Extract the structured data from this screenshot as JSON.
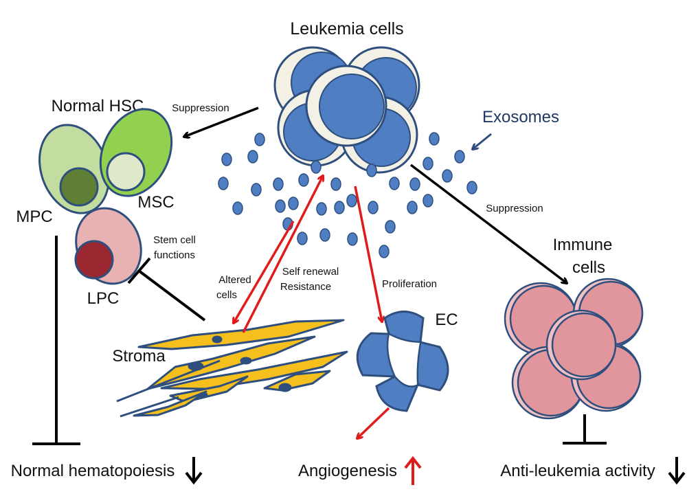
{
  "labels": {
    "leukemia": "Leukemia cells",
    "normal_hsc": "Normal HSC",
    "mpc": "MPC",
    "msc": "MSC",
    "lpc": "LPC",
    "exosomes": "Exosomes",
    "suppression_left": "Suppression",
    "suppression_right": "Suppression",
    "stem_cell_line1": "Stem cell",
    "stem_cell_line2": "functions",
    "altered_line1": "Altered",
    "altered_line2": "cells",
    "self_renewal": "Self renewal",
    "resistance": "Resistance",
    "proliferation": "Proliferation",
    "ec": "EC",
    "stroma": "Stroma",
    "immune_line1": "Immune",
    "immune_line2": "cells",
    "normal_hematopoiesis": "Normal hematopoiesis",
    "angiogenesis": "Angiogenesis",
    "anti_leukemia": "Anti-leukemia activity"
  },
  "colors": {
    "cell_outer": "#f3f0e6",
    "cell_inner": "#4f7ec2",
    "outline": "#2e4f7e",
    "red_arrow": "#e01b1b",
    "stroma_fill": "#f5bf1d",
    "immune_fill": "#e1959c",
    "green_light": "#c3dca0",
    "green_bright": "#92d050",
    "lpc_fill": "#e8b2b3",
    "lpc_inner": "#9b2830",
    "exosome_label": "#1f3864"
  }
}
